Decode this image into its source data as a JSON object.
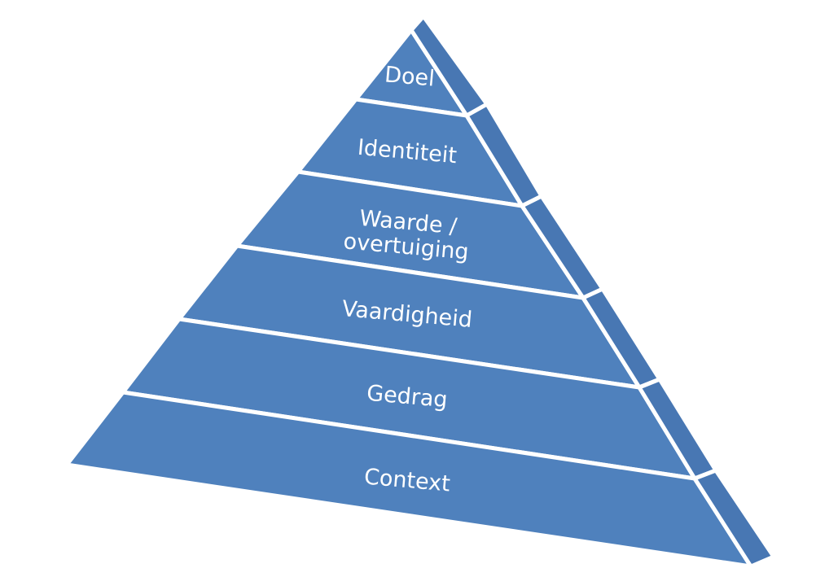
{
  "diagram": {
    "colors": {
      "face": "#4f81bd",
      "side": "#4877b3",
      "separator": "#ffffff",
      "text": "#ffffff"
    },
    "layers": [
      {
        "id": "doel",
        "lines": [
          "Doel"
        ]
      },
      {
        "id": "identiteit",
        "lines": [
          "Identiteit"
        ]
      },
      {
        "id": "waarde",
        "lines": [
          "Waarde /",
          "overtuiging"
        ]
      },
      {
        "id": "vaardigheid",
        "lines": [
          "Vaardigheid"
        ]
      },
      {
        "id": "gedrag",
        "lines": [
          "Gedrag"
        ]
      },
      {
        "id": "context",
        "lines": [
          "Context"
        ]
      }
    ]
  }
}
